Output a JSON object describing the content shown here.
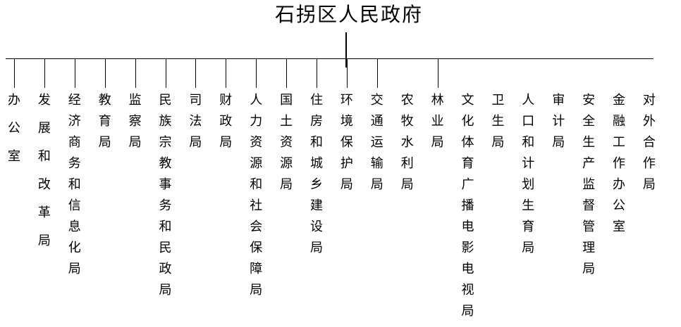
{
  "title": "石拐区人民政府",
  "departments": [
    "办公室",
    "发展和改革局",
    "经济商务和信息化局",
    "教育局",
    "监察局",
    "民族宗教事务和民政局",
    "司法局",
    "财政局",
    "人力资源和社会保障局",
    "国土资源局",
    "住房和城乡建设局",
    "环境保护局",
    "交通运输局",
    "农牧水利局",
    "林业局",
    "文化体育广播电影电视局",
    "卫生局",
    "人口和计划生育局",
    "审计局",
    "安全生产监督管理局",
    "金融工作办公室",
    "对外合作局"
  ],
  "colors": {
    "line": "#000000",
    "text": "#000000",
    "background": "#ffffff"
  }
}
